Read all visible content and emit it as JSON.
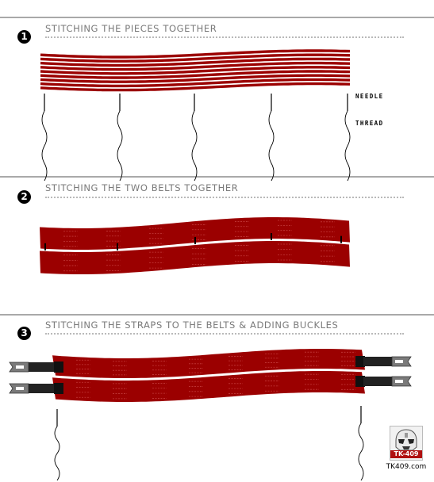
{
  "steps": [
    {
      "number": "1",
      "title": "STITCHING THE PIECES TOGETHER"
    },
    {
      "number": "2",
      "title": "STITCHING THE TWO BELTS TOGETHER"
    },
    {
      "number": "3",
      "title": "STITCHING THE STRAPS TO THE BELTS & ADDING BUCKLES"
    }
  ],
  "labels": {
    "needle": "NEEDLE",
    "thread": "THREAD"
  },
  "logo": {
    "badge": "TK-409",
    "caption": "TK409.com"
  },
  "colors": {
    "belt": "#9b0000",
    "belt_light": "#c23a3a",
    "buckle": "#222222",
    "clip": "#7a7a7a",
    "rule": "#a9a9a9"
  }
}
